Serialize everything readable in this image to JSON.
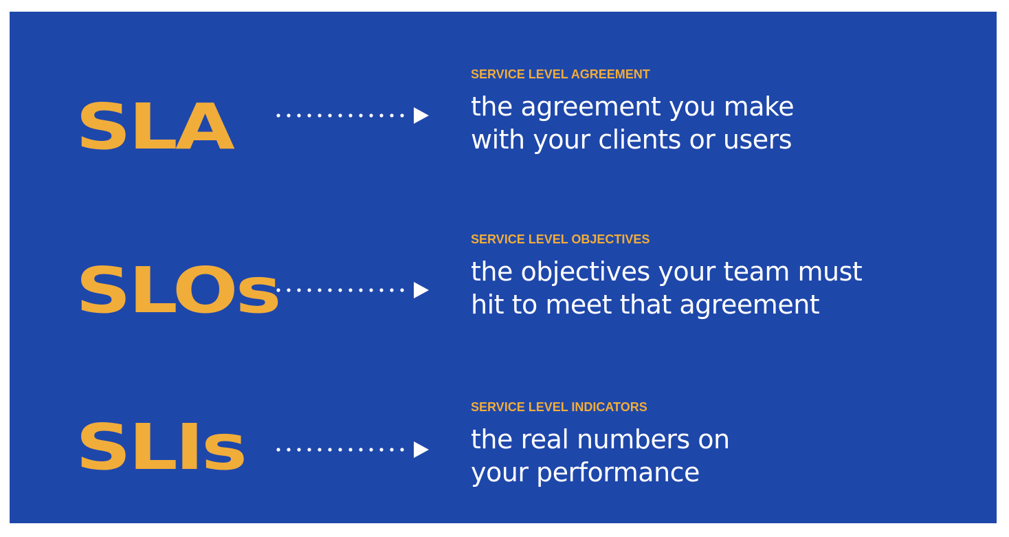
{
  "colors": {
    "background": "#1e47aa",
    "accent": "#f1ad3a",
    "text": "#ffffff"
  },
  "items": [
    {
      "acronym": "SLA",
      "caption": "SERVICE LEVEL AGREEMENT",
      "definition_lines": [
        "the agreement you make",
        "with your clients or users"
      ],
      "connector_icon": "dotted-arrow-right-icon"
    },
    {
      "acronym": "SLOs",
      "caption": "SERVICE LEVEL OBJECTIVES",
      "definition_lines": [
        "the objectives your team must",
        "hit to meet that agreement"
      ],
      "connector_icon": "dotted-arrow-right-icon"
    },
    {
      "acronym": "SLIs",
      "caption": "SERVICE LEVEL INDICATORS",
      "definition_lines": [
        "the real numbers on",
        "your performance"
      ],
      "connector_icon": "dotted-arrow-right-icon"
    }
  ]
}
